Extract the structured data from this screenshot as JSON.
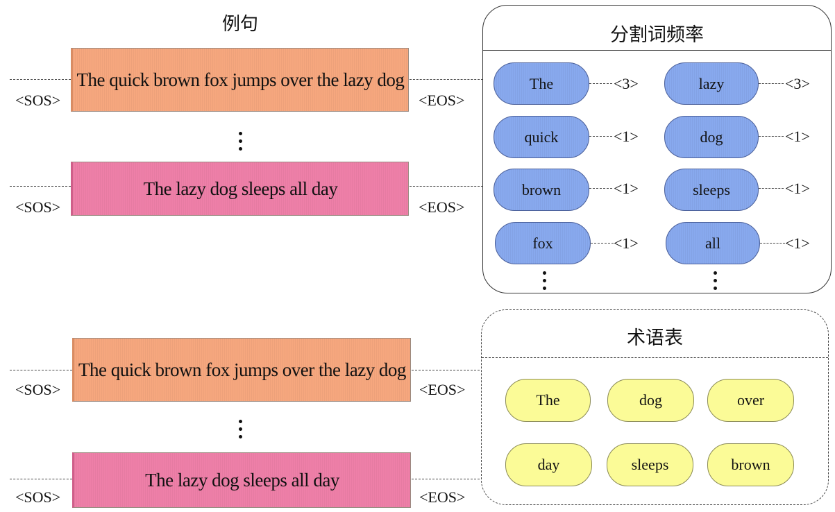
{
  "example_title": "例句",
  "sentences": {
    "s1": "The quick brown fox jumps over the lazy dog",
    "s2": "The lazy dog sleeps all day",
    "s3": "The quick brown fox jumps over the lazy dog",
    "s4": "The lazy dog sleeps all day"
  },
  "sos": "<SOS>",
  "eos": "<EOS>",
  "freq_panel": {
    "title": "分割词频率",
    "left": [
      {
        "word": "The",
        "count": "<3>"
      },
      {
        "word": "quick",
        "count": "<1>"
      },
      {
        "word": "brown",
        "count": "<1>"
      },
      {
        "word": "fox",
        "count": "<1>"
      }
    ],
    "right": [
      {
        "word": "lazy",
        "count": "<3>"
      },
      {
        "word": "dog",
        "count": "<1>"
      },
      {
        "word": "sleeps",
        "count": "<1>"
      },
      {
        "word": "all",
        "count": "<1>"
      }
    ]
  },
  "term_panel": {
    "title": "术语表",
    "terms": [
      "The",
      "dog",
      "over",
      "day",
      "sleeps",
      "brown"
    ]
  },
  "colors": {
    "sentence_orange": "#f6a77e",
    "sentence_pink": "#ee7fa8",
    "pill_blue": "#88a9ee",
    "pill_yellow": "#fbfb97"
  }
}
